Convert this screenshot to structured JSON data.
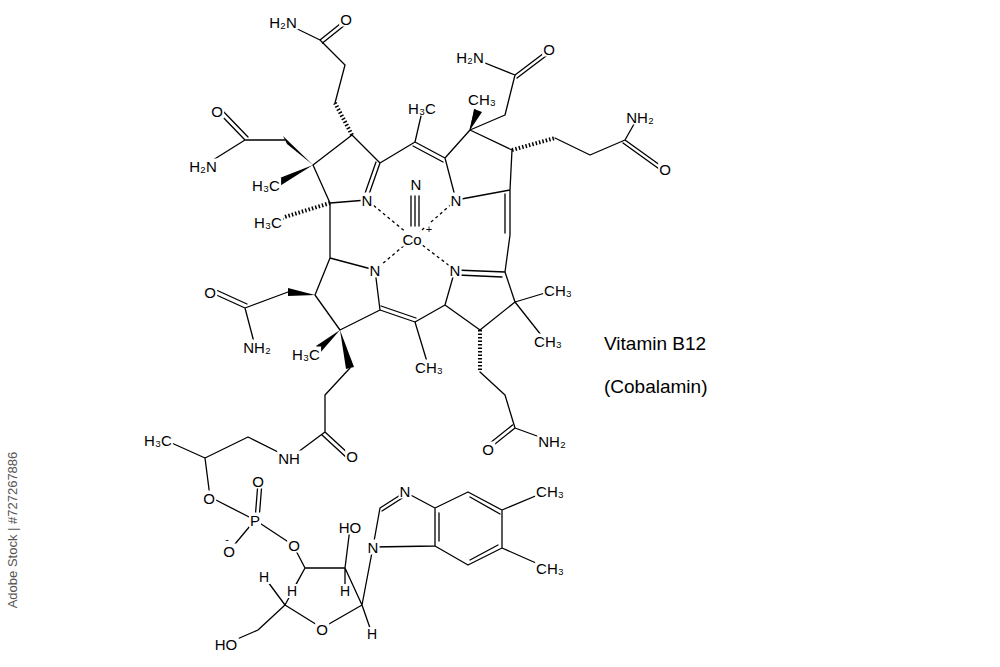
{
  "diagram": {
    "labels": [
      "H₂N",
      "O",
      "H₂N",
      "O",
      "H₃C",
      "CH₃",
      "NH₂",
      "O",
      "O",
      "H₂N",
      "H₃C",
      "H₃C",
      "N",
      "N",
      "N",
      "Co",
      "+",
      "N",
      "N",
      "CH₃",
      "CH₃",
      "O",
      "NH₂",
      "H₃C",
      "CH₃",
      "Vitamin B12",
      "(Cobalamin)",
      "H₃C",
      "NH",
      "O",
      "O",
      "NH₂",
      "O",
      "O",
      "P",
      "N",
      "CH₃",
      "O",
      "-",
      "O",
      "HO",
      "N",
      "CH₃",
      "H",
      "H",
      "H",
      "O",
      "H",
      "HO",
      "Adobe Stock | #727267886"
    ]
  }
}
